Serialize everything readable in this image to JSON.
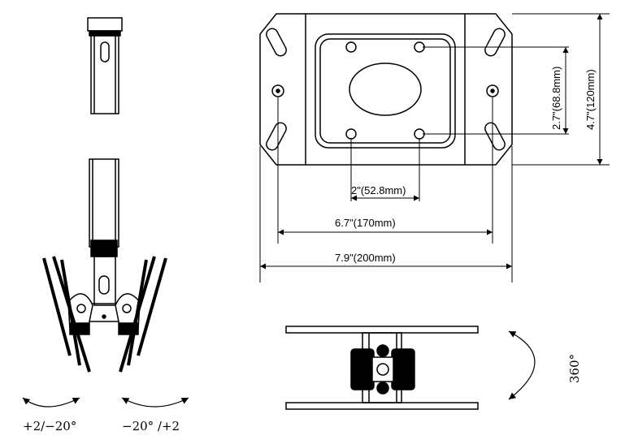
{
  "drawing": {
    "dimensions": {
      "inner_width": "2\"(52.8mm)",
      "mid_width": "6.7\"(170mm)",
      "total_width": "7.9\"(200mm)",
      "inner_height": "2.7\"(68.8mm)",
      "total_height": "4.7\"(120mm)"
    },
    "angles": {
      "left_tilt": "+2/−20°",
      "right_tilt": "−20°  /+2",
      "rotation": "360°"
    }
  }
}
